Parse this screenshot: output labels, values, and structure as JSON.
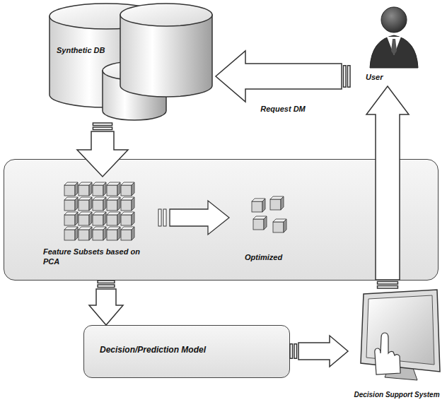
{
  "diagram": {
    "nodes": [
      {
        "text": [
          "Synthetic DB"
        ]
      },
      {
        "text": [
          "User"
        ]
      },
      {
        "text": [
          "Feature Subsets based on PCA",
          "Optimized"
        ]
      },
      {
        "text": [
          "Decision/Prediction Model"
        ]
      },
      {
        "text": [
          "Decision Support System"
        ]
      }
    ],
    "edges": [
      {
        "from": 1,
        "to": 0,
        "arrow": "to",
        "label": "Request DM"
      },
      {
        "from": 0,
        "to": 2,
        "arrow": "to"
      },
      {
        "from": 2,
        "to": 3,
        "arrow": "to"
      },
      {
        "from": 3,
        "to": 4,
        "arrow": "to"
      },
      {
        "from": 4,
        "to": 1,
        "arrow": "to"
      }
    ]
  }
}
